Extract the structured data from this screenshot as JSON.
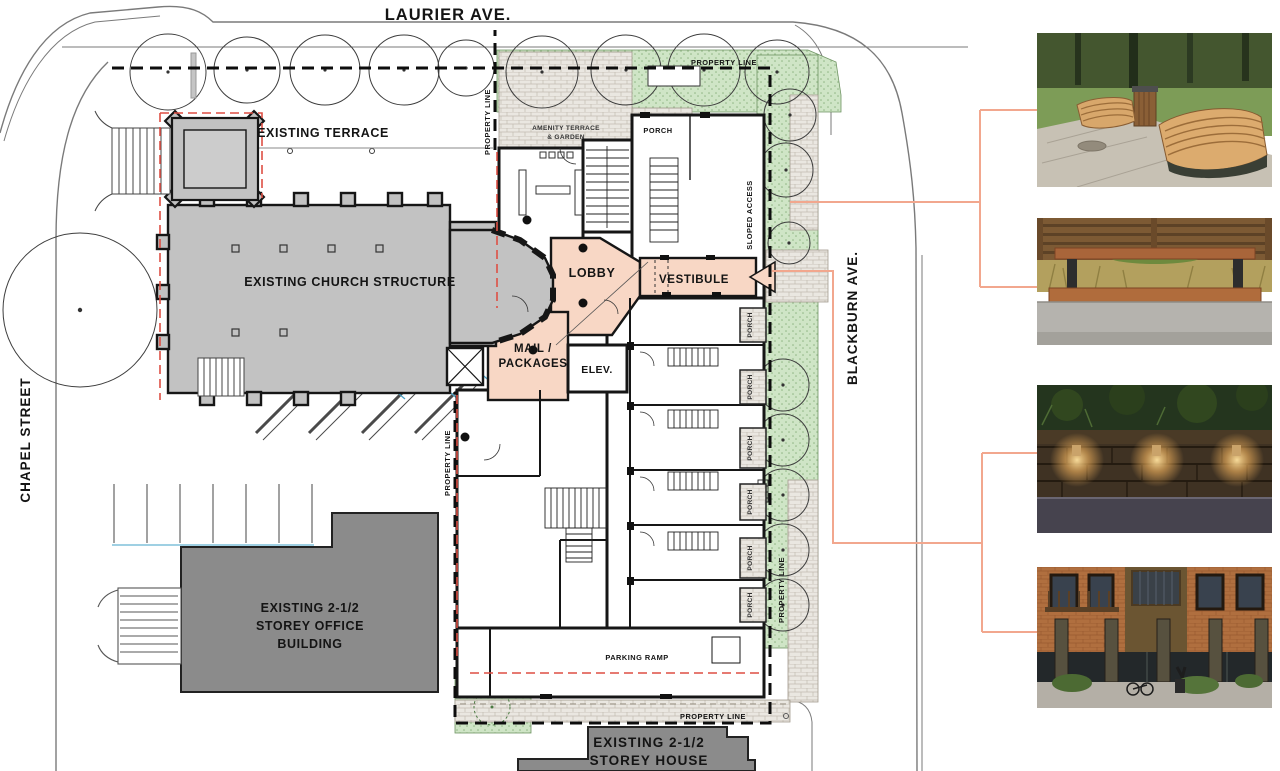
{
  "streets": {
    "laurier": "LAURIER AVE.",
    "chapel": "CHAPEL STREET",
    "blackburn": "BLACKBURN AVE."
  },
  "labels": {
    "existing_terrace": "EXISTING TERRACE",
    "existing_church": "EXISTING CHURCH STRUCTURE",
    "amenity_line1": "AMENITY TERRACE",
    "amenity_line2": "& GARDEN",
    "porch": "PORCH",
    "sloped_access": "SLOPED ACCESS",
    "lobby": "LOBBY",
    "vestibule": "VESTIBULE",
    "mail_line1": "MAIL /",
    "mail_line2": "PACKAGES",
    "elevator": "ELEV.",
    "parking_ramp": "PARKING RAMP",
    "property_line": "PROPERTY LINE",
    "office_line1": "EXISTING 2-1/2",
    "office_line2": "STOREY OFFICE",
    "office_line3": "BUILDING",
    "house_line1": "EXISTING 2-1/2",
    "house_line2": "STOREY HOUSE"
  },
  "photos": [
    {
      "name": "park-benches-photo"
    },
    {
      "name": "planter-bench-photo"
    },
    {
      "name": "stone-wall-lighting-photo"
    },
    {
      "name": "brick-residential-entry-photo"
    }
  ],
  "colors": {
    "highlight_salmon": "#f8d7c5",
    "connector_orange": "#f2a78e",
    "landscape_green": "#cfe5c6",
    "church_gray": "#c2c2c2",
    "existing_building_gray": "#8b8b8b",
    "red_dashed": "#dd4f44"
  }
}
